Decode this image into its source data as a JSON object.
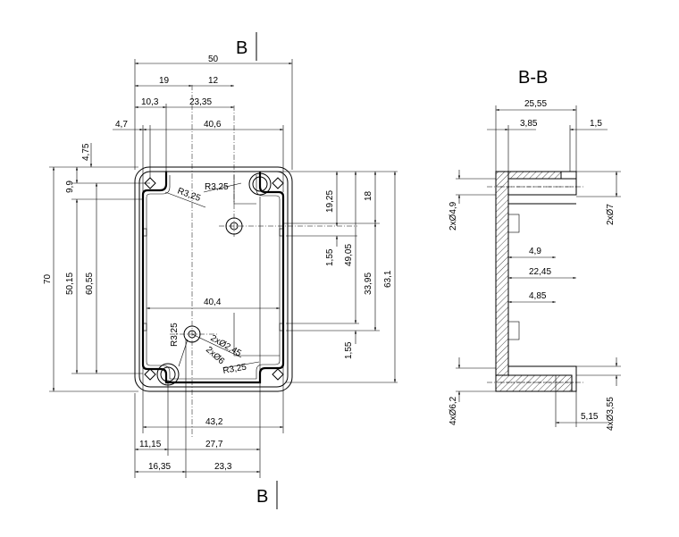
{
  "section": {
    "label_left": "B",
    "title": "B-B"
  },
  "front": {
    "d50": "50",
    "d19": "19",
    "d12": "12",
    "d10_3": "10,3",
    "d23_35": "23,35",
    "d4_7": "4,7",
    "d40_6": "40,6",
    "d4_75": "4,75",
    "d9_9": "9,9",
    "d70": "70",
    "d50_15": "50,15",
    "d60_55": "60,55",
    "d19_25": "19,25",
    "d18": "18",
    "d1_55a": "1,55",
    "d49_05": "49,05",
    "d33_95": "33,95",
    "d63_1": "63,1",
    "d1_55b": "1,55",
    "d40_4": "40,4",
    "d43_2": "43,2",
    "d11_15": "11,15",
    "d27_7": "27,7",
    "d16_35": "16,35",
    "d23_3": "23,3",
    "r_top_a": "R3,25",
    "r_top_b": "R3,25",
    "r_bot_a": "R3,25",
    "r_bot_b": "R3,25",
    "hole_a": "2xØ2,45",
    "hole_b": "2xØ6"
  },
  "side": {
    "d25_55": "25,55",
    "d3_85": "3,85",
    "d1_5": "1,5",
    "d2x4_9": "2xØ4,9",
    "d2x7": "2xØ7",
    "d4_9": "4,9",
    "d22_45": "22,45",
    "d4_85": "4,85",
    "d4x6_2": "4xØ6,2",
    "d5_15": "5,15",
    "d4x3_55": "4xØ3,55"
  }
}
